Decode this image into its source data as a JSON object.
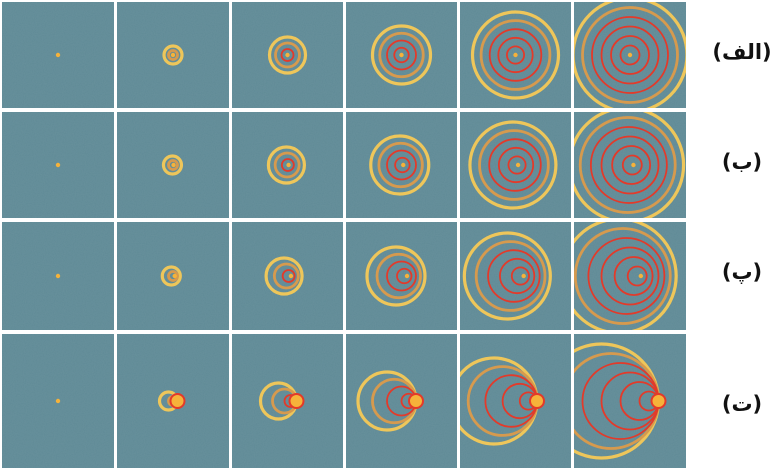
{
  "figure": {
    "rows": [
      {
        "label": "(الف)",
        "source_speed_ratio": 0.0
      },
      {
        "label": "(ب)",
        "source_speed_ratio": 0.12
      },
      {
        "label": "(پ)",
        "source_speed_ratio": 0.38
      },
      {
        "label": "(ت)",
        "source_speed_ratio": 1.0
      }
    ],
    "frames_per_row": 6,
    "colors": {
      "panel_bg": "#5f8a96",
      "outer_ring": "#eec65a",
      "middle_ring": "#d69a4e",
      "inner_ring": "#e33a2a",
      "source_dot": "#f6b23a"
    }
  }
}
